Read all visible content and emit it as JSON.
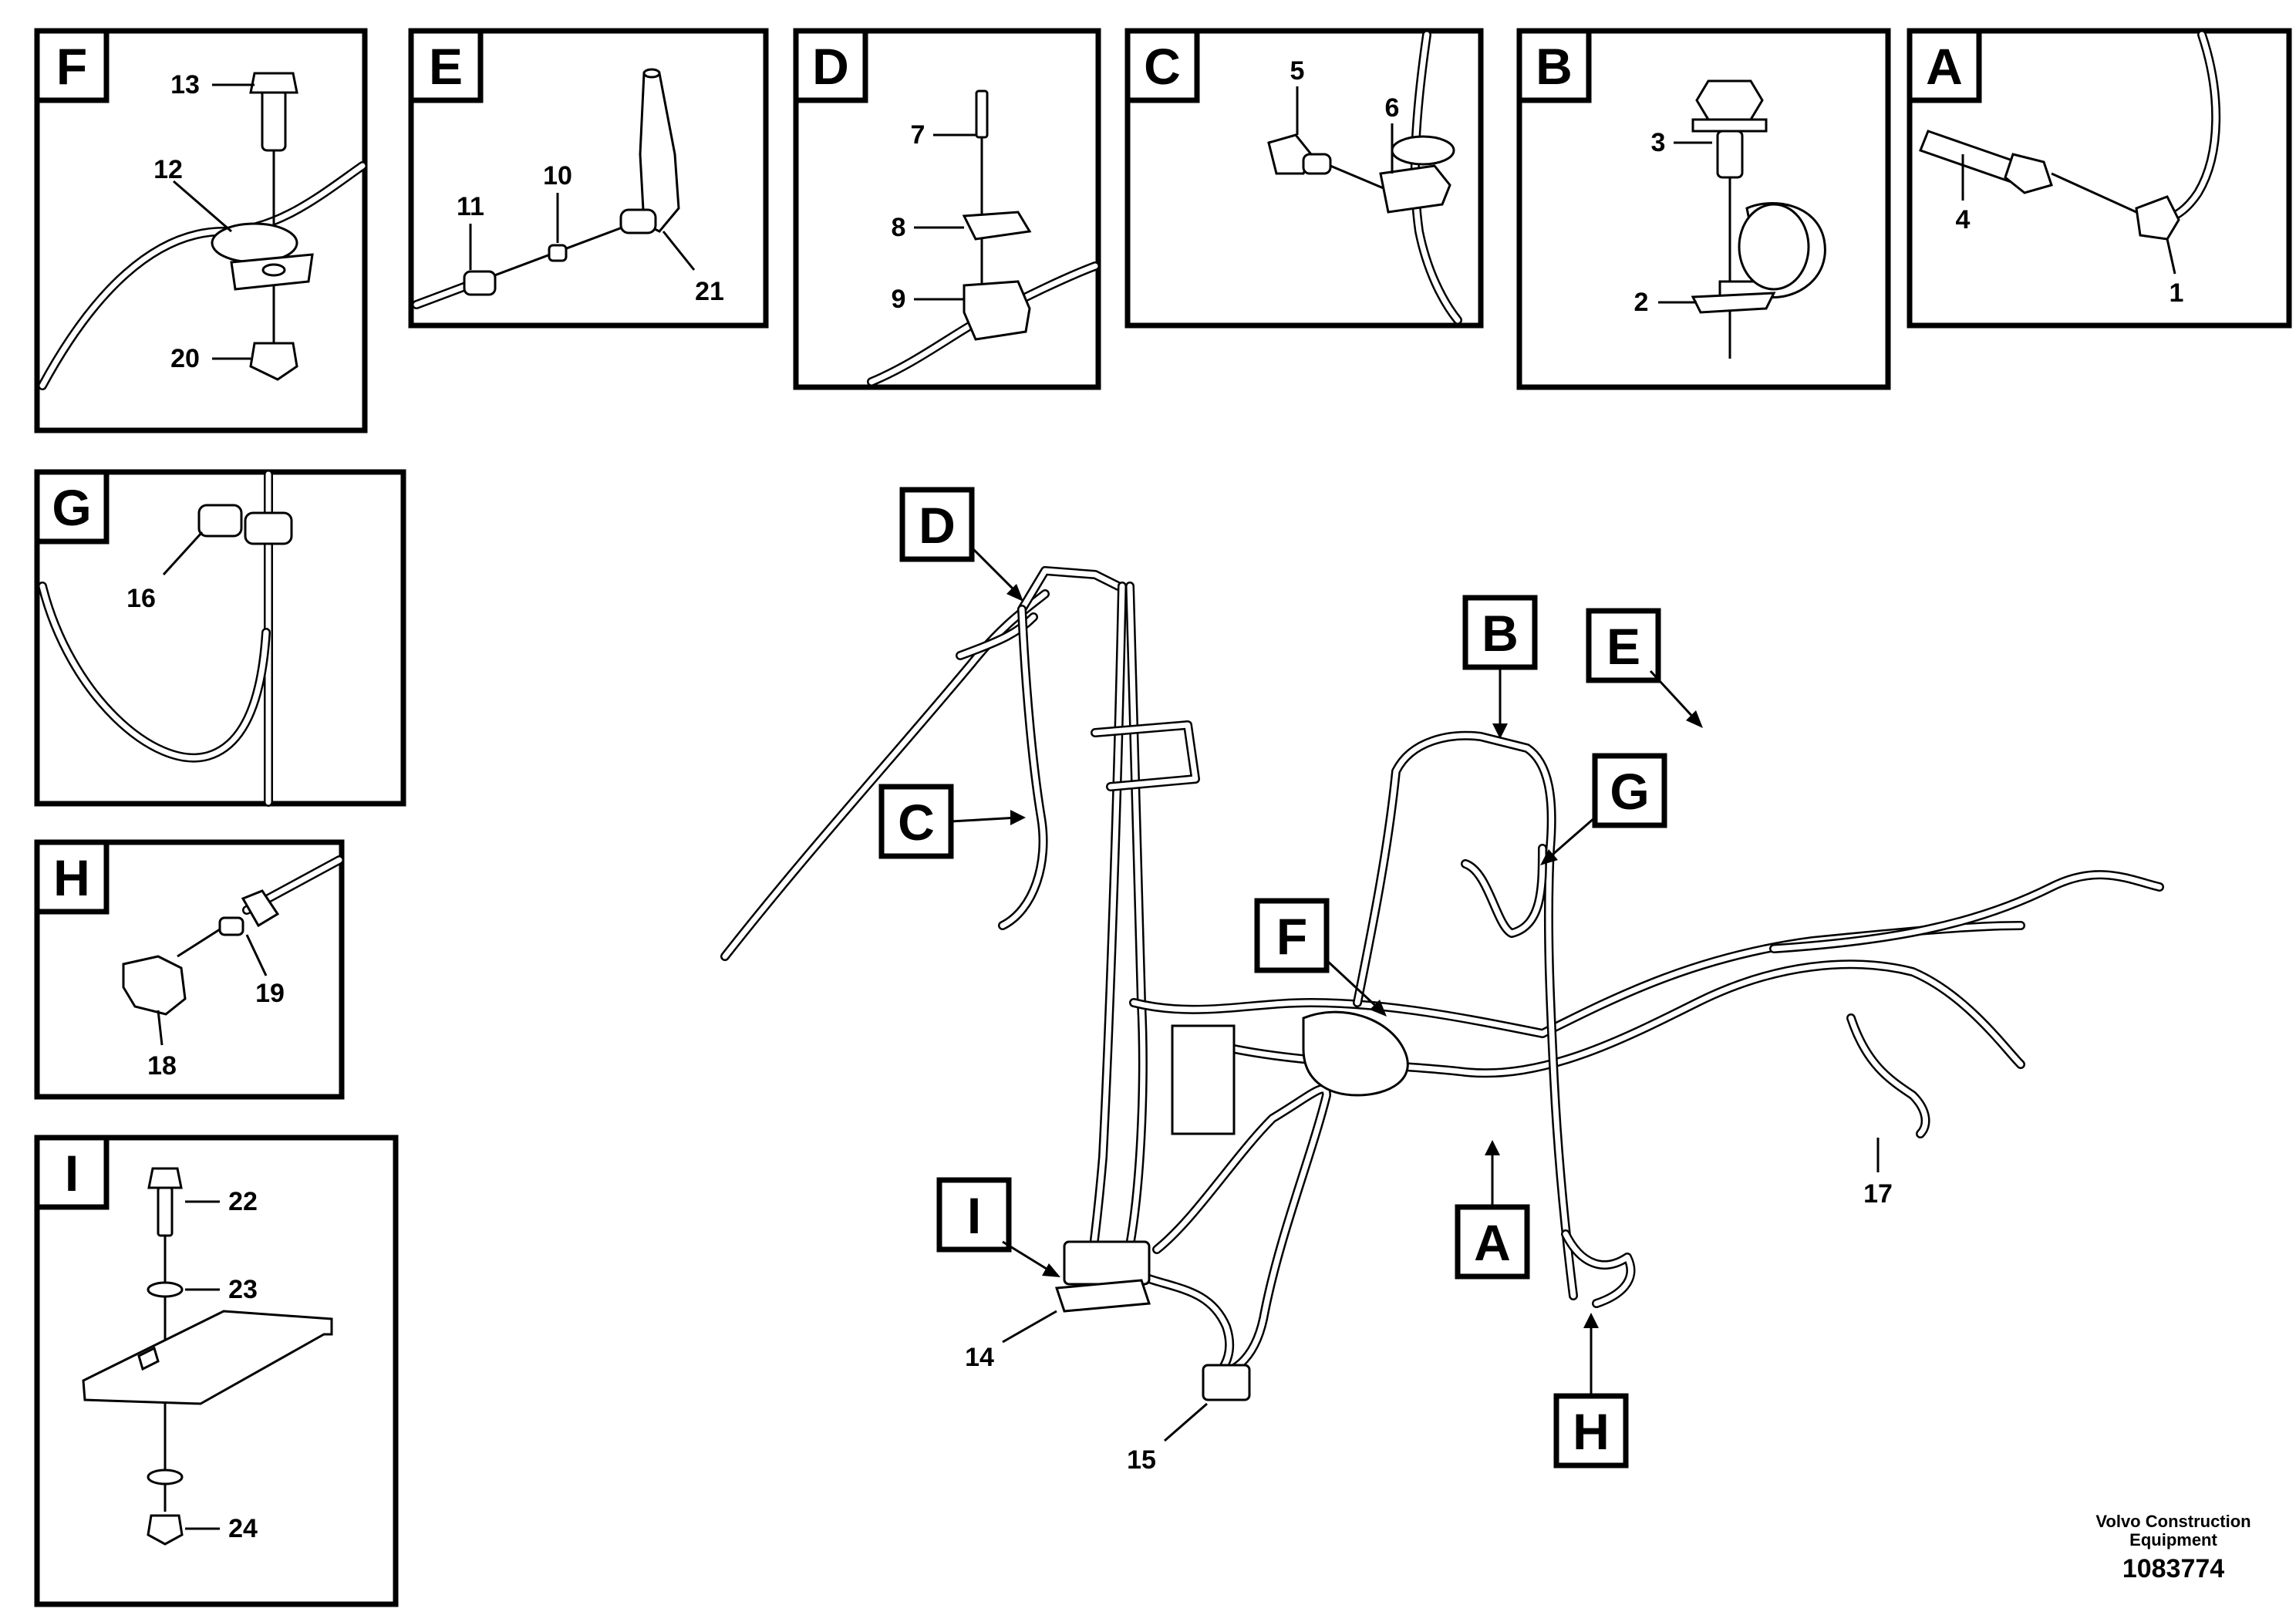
{
  "detail_panels": [
    {
      "letter": "F",
      "parts": [
        "13",
        "12",
        "20"
      ]
    },
    {
      "letter": "E",
      "parts": [
        "11",
        "10",
        "21"
      ]
    },
    {
      "letter": "D",
      "parts": [
        "7",
        "8",
        "9"
      ]
    },
    {
      "letter": "C",
      "parts": [
        "5",
        "6"
      ]
    },
    {
      "letter": "B",
      "parts": [
        "3",
        "2"
      ]
    },
    {
      "letter": "A",
      "parts": [
        "4",
        "1"
      ]
    },
    {
      "letter": "G",
      "parts": [
        "16"
      ]
    },
    {
      "letter": "H",
      "parts": [
        "19",
        "18"
      ]
    },
    {
      "letter": "I",
      "parts": [
        "22",
        "23",
        "24"
      ]
    }
  ],
  "callouts": {
    "D": "D",
    "C": "C",
    "B": "B",
    "E": "E",
    "G": "G",
    "F": "F",
    "I": "I",
    "A": "A",
    "H": "H",
    "n14": "14",
    "n15": "15",
    "n17": "17"
  },
  "footer": {
    "company_line1": "Volvo Construction",
    "company_line2": "Equipment",
    "drawing_number": "1083774"
  }
}
